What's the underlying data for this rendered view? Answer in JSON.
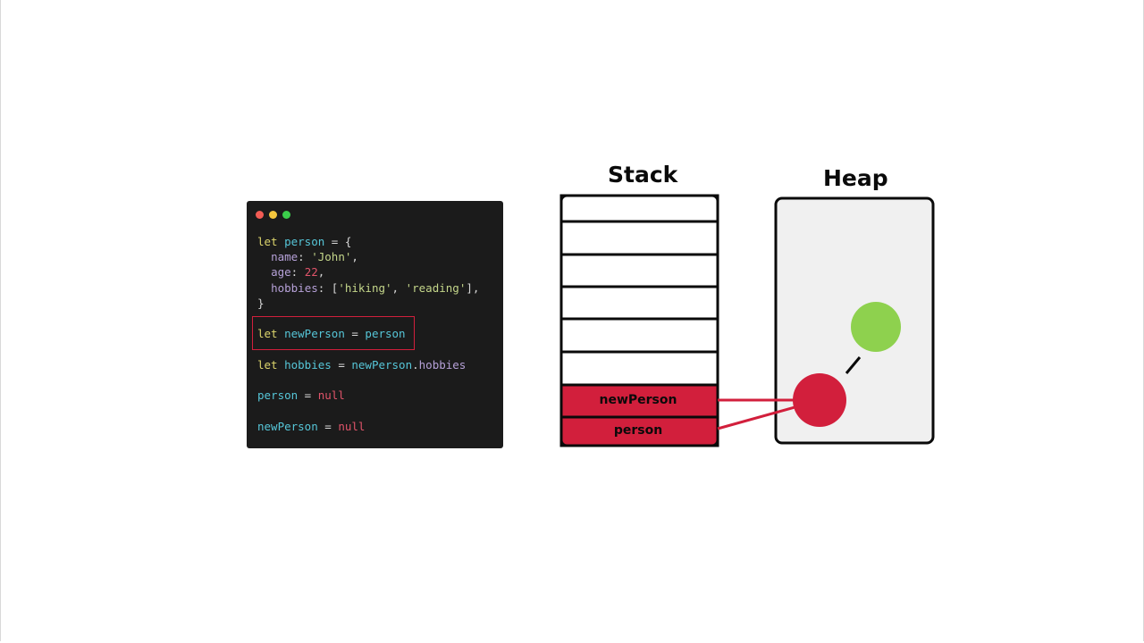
{
  "code": {
    "window_dots": [
      {
        "name": "close-dot",
        "color": "#f25c54"
      },
      {
        "name": "minimize-dot",
        "color": "#f4c63d"
      },
      {
        "name": "maximize-dot",
        "color": "#3bcd4b"
      }
    ],
    "lines": [
      {
        "tokens": [
          {
            "t": "let ",
            "c": "kw"
          },
          {
            "t": "person",
            "c": "var"
          },
          {
            "t": " = {",
            "c": "pun"
          }
        ]
      },
      {
        "tokens": [
          {
            "t": "  ",
            "c": "pun"
          },
          {
            "t": "name",
            "c": "prop"
          },
          {
            "t": ": ",
            "c": "pun"
          },
          {
            "t": "'John'",
            "c": "str"
          },
          {
            "t": ",",
            "c": "pun"
          }
        ]
      },
      {
        "tokens": [
          {
            "t": "  ",
            "c": "pun"
          },
          {
            "t": "age",
            "c": "prop"
          },
          {
            "t": ": ",
            "c": "pun"
          },
          {
            "t": "22",
            "c": "num"
          },
          {
            "t": ",",
            "c": "pun"
          }
        ]
      },
      {
        "tokens": [
          {
            "t": "  ",
            "c": "pun"
          },
          {
            "t": "hobbies",
            "c": "prop"
          },
          {
            "t": ": [",
            "c": "pun"
          },
          {
            "t": "'hiking'",
            "c": "str"
          },
          {
            "t": ", ",
            "c": "pun"
          },
          {
            "t": "'reading'",
            "c": "str"
          },
          {
            "t": "],",
            "c": "pun"
          }
        ]
      },
      {
        "tokens": [
          {
            "t": "}",
            "c": "pun"
          }
        ]
      },
      {
        "tokens": [
          {
            "t": "let ",
            "c": "kw"
          },
          {
            "t": "newPerson",
            "c": "var"
          },
          {
            "t": " = ",
            "c": "pun"
          },
          {
            "t": "person",
            "c": "var"
          }
        ]
      },
      {
        "tokens": [
          {
            "t": "let ",
            "c": "kw"
          },
          {
            "t": "hobbies",
            "c": "var"
          },
          {
            "t": " = ",
            "c": "pun"
          },
          {
            "t": "newPerson",
            "c": "var"
          },
          {
            "t": ".",
            "c": "pun"
          },
          {
            "t": "hobbies",
            "c": "prop"
          }
        ]
      },
      {
        "tokens": [
          {
            "t": "person",
            "c": "var"
          },
          {
            "t": " = ",
            "c": "pun"
          },
          {
            "t": "null",
            "c": "nul"
          }
        ]
      },
      {
        "tokens": [
          {
            "t": "newPerson",
            "c": "var"
          },
          {
            "t": " = ",
            "c": "pun"
          },
          {
            "t": "null",
            "c": "nul"
          }
        ]
      }
    ]
  },
  "diagram": {
    "stack_title": "Stack",
    "heap_title": "Heap",
    "stack_slots": [
      "",
      "",
      "",
      "",
      "",
      "",
      "newPerson",
      "person"
    ],
    "filled_color": "#d21f3c",
    "heap_objects": [
      {
        "name": "person-object-node",
        "color": "#d21f3c"
      },
      {
        "name": "hobbies-array-node",
        "color": "#8ed14e"
      }
    ]
  }
}
